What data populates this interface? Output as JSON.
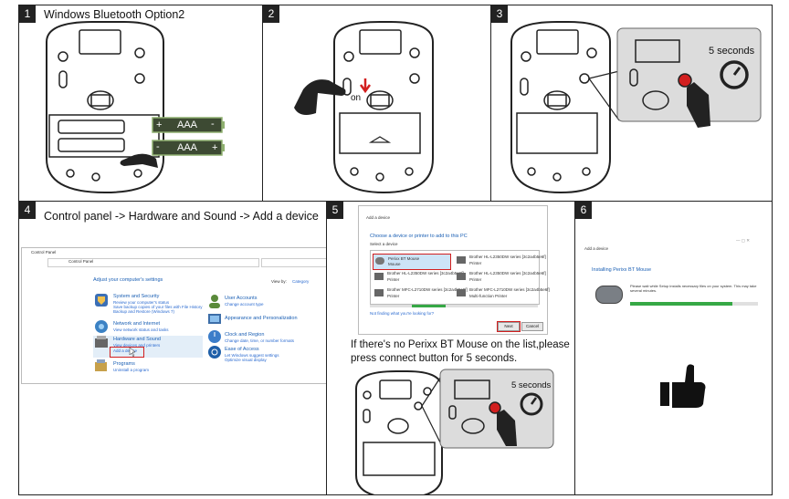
{
  "panels": [
    {
      "number": "1",
      "title": "Windows Bluetooth Option2"
    },
    {
      "number": "2",
      "title": ""
    },
    {
      "number": "3",
      "title": ""
    },
    {
      "number": "4",
      "title": "Control panel -> Hardware and Sound -> Add a device"
    },
    {
      "number": "5",
      "title": ""
    },
    {
      "number": "6",
      "title": ""
    }
  ],
  "step1": {
    "battery_label": "AAA",
    "plus": "+",
    "minus": "-"
  },
  "step2": {
    "switch_label": "on"
  },
  "step3": {
    "timer_label": "5 seconds"
  },
  "step4": {
    "window_title": "Control Panel",
    "address": "Control Panel",
    "heading": "Adjust your computer's settings",
    "view_by": "View by:",
    "view_by_value": "Category",
    "left_items": [
      {
        "title": "System and Security",
        "links": [
          "Review your computer's status",
          "Save backup copies of your files with File History",
          "Backup and Restore (Windows 7)"
        ]
      },
      {
        "title": "Network and Internet",
        "links": [
          "View network status and tasks"
        ]
      },
      {
        "title": "Hardware and Sound",
        "links": [
          "View devices and printers",
          "Add a device"
        ]
      },
      {
        "title": "Programs",
        "links": [
          "Uninstall a program"
        ]
      }
    ],
    "right_items": [
      {
        "title": "User Accounts",
        "links": [
          "Change account type"
        ]
      },
      {
        "title": "Appearance and Personalization",
        "links": []
      },
      {
        "title": "Clock and Region",
        "links": [
          "Change date, time, or number formats"
        ]
      },
      {
        "title": "Ease of Access",
        "links": [
          "Let Windows suggest settings",
          "Optimize visual display"
        ]
      }
    ]
  },
  "step5": {
    "window_title": "Add a device",
    "heading": "Choose a device or printer to add to this PC",
    "subheading": "Select a device",
    "devices": [
      {
        "name": "Perixx BT Mouse",
        "type": "Mouse"
      },
      {
        "name": "Brother HL-L2350DW series [3c2a4b5e6f]",
        "type": "Printer"
      },
      {
        "name": "Brother HL-L2350DW series [3c2a4b5e6f]",
        "type": "Printer"
      },
      {
        "name": "Brother HL-L2350DW series [3c2a4b5e6f]",
        "type": "Printer"
      },
      {
        "name": "Brother MFC-L2710DW series [3c2a4b5e6f]",
        "type": "Printer"
      },
      {
        "name": "Brother MFC-L2710DW series [3c2a4b5e6f]",
        "type": "Multi-function Printer"
      }
    ],
    "footer_link": "Not finding what you're looking for?",
    "next_label": "Next",
    "cancel_label": "Cancel",
    "instruction": "If there's no Perixx BT Mouse on the list,please press connect button for 5 seconds.",
    "timer_label": "5 seconds"
  },
  "step6": {
    "window_title": "Add a device",
    "heading": "Installing Perixx BT Mouse",
    "message": "Please wait while Setup installs necessary files on your system. This may take several minutes.",
    "progress": 0.8
  }
}
